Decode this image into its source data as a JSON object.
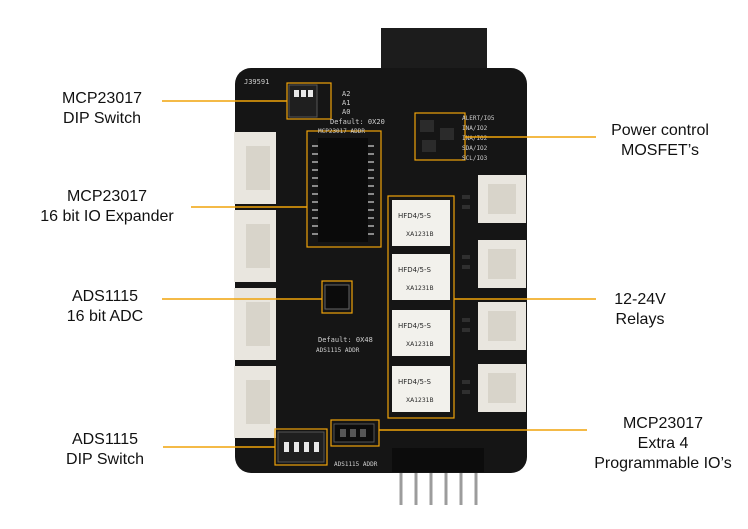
{
  "callouts": {
    "dip_mcp": {
      "line1": "MCP23017",
      "line2": "DIP Switch"
    },
    "expander": {
      "line1": "MCP23017",
      "line2": "16 bit IO Expander"
    },
    "adc": {
      "line1": "ADS1115",
      "line2": "16 bit ADC"
    },
    "dip_ads": {
      "line1": "ADS1115",
      "line2": "DIP Switch"
    },
    "mosfet": {
      "line1": "Power control",
      "line2": "MOSFET’s"
    },
    "relays": {
      "line1": "12-24V",
      "line2": "Relays"
    },
    "extra_io": {
      "line1": "MCP23017",
      "line2": "Extra 4",
      "line3": "Programmable IO’s"
    }
  },
  "silkscreen": {
    "board_id": "J39591",
    "dip_labels": [
      "A2",
      "A1",
      "A0"
    ],
    "mcp_default": "Default: 0X20",
    "mcp_addr": "MCP23017 ADDR",
    "right_labels": [
      "ALERT/IO5",
      "INA/IO2",
      "INA/IO2",
      "SDA/IO2",
      "SCL/IO3"
    ],
    "ads_default": "Default: 0X48",
    "ads_addr": "ADS1115 ADDR",
    "bottom_label": "ADS1115 ADDR"
  },
  "relay_chips": [
    {
      "model": "HFD4/5-S",
      "code": "XA1231B"
    },
    {
      "model": "HFD4/5-S",
      "code": "XA1231B"
    },
    {
      "model": "HFD4/5-S",
      "code": "XA1231B"
    },
    {
      "model": "HFD4/5-S",
      "code": "XA1231B"
    }
  ],
  "colors": {
    "accent": "#f0a30a",
    "board": "#151515",
    "connector": "#e9e6df",
    "relay": "#f2f1ec"
  }
}
